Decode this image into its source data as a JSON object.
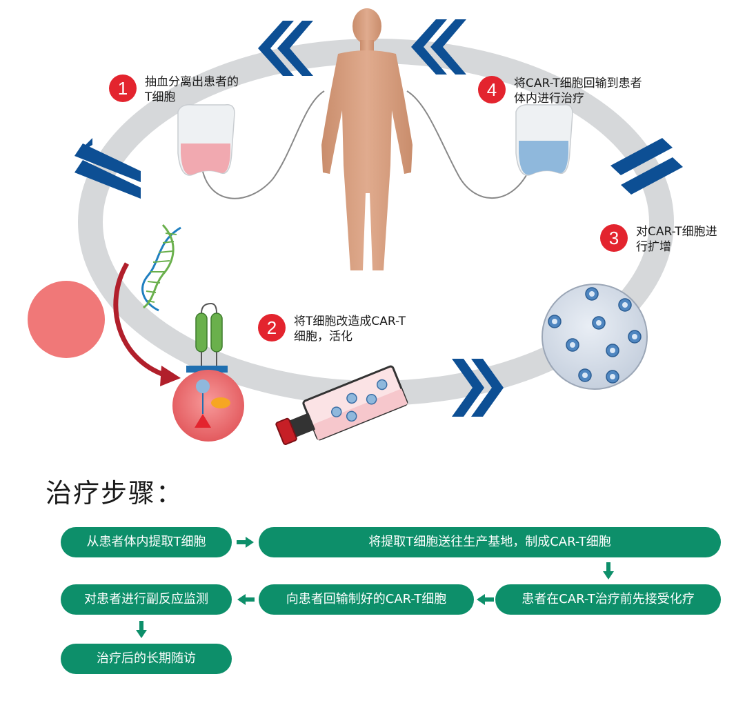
{
  "steps": [
    {
      "number": "1",
      "lines": [
        "抽血分离出患者的",
        "T细胞"
      ]
    },
    {
      "number": "2",
      "lines": [
        "将T细胞改造成CAR-T",
        "细胞，活化"
      ]
    },
    {
      "number": "3",
      "lines": [
        "对CAR-T细胞进",
        "行扩增"
      ]
    },
    {
      "number": "4",
      "lines": [
        "将CAR-T细胞回输到患者",
        "体内进行治疗"
      ]
    }
  ],
  "section_title": "治疗步骤：",
  "flow_steps": [
    "从患者体内提取T细胞",
    "将提取T细胞送往生产基地，制成CAR-T细胞",
    "患者在CAR-T治疗前先接受化疗",
    "向患者回输制好的CAR-T细胞",
    "对患者进行副反应监测",
    "治疗后的长期随访"
  ],
  "colors": {
    "ring": "#d6d8da",
    "chevron": "#0d4f94",
    "badge": "#e3242e",
    "pill": "#0d8f6a",
    "body": "#d9a486",
    "dna_blue": "#1f7fc0",
    "dna_green": "#6ab04c",
    "cell_red": "#f07878",
    "blood_bag_red": "#f1a9b0",
    "blood_bag_blue": "#8fb8dc"
  },
  "icons": [
    "human-body-icon",
    "blood-bag-icon",
    "dna-icon",
    "receptor-icon",
    "cell-icon",
    "flask-icon",
    "culture-dish-icon",
    "chevron-icon",
    "arrow-icon"
  ]
}
